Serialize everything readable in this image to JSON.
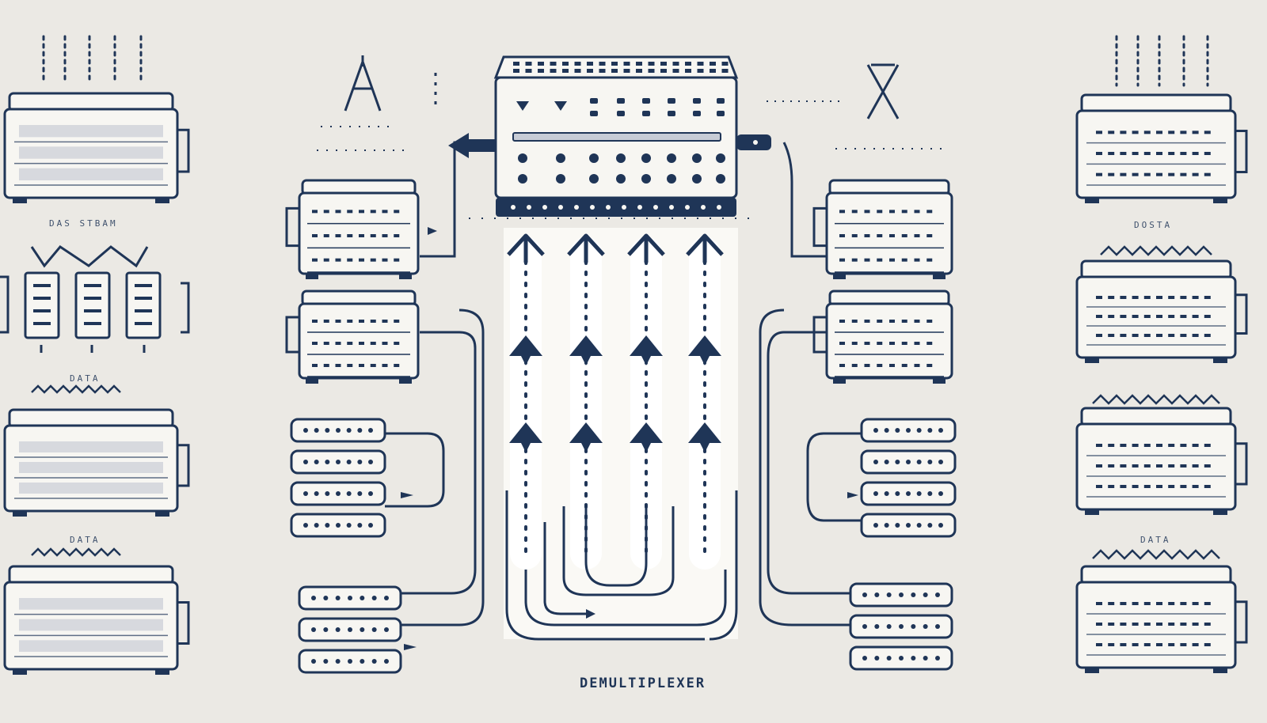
{
  "labels": {
    "left_top": "DAS STBAM",
    "left_mid": "DATA",
    "left_low": "DATA",
    "right_top": "DOSTA",
    "right_low": "DATA",
    "main": "DEMULTIPLEXER"
  },
  "colors": {
    "ink": "#1f3557",
    "background": "#ebe9e4",
    "panel": "#f7f6f2",
    "beam": "#fbfaf6"
  }
}
